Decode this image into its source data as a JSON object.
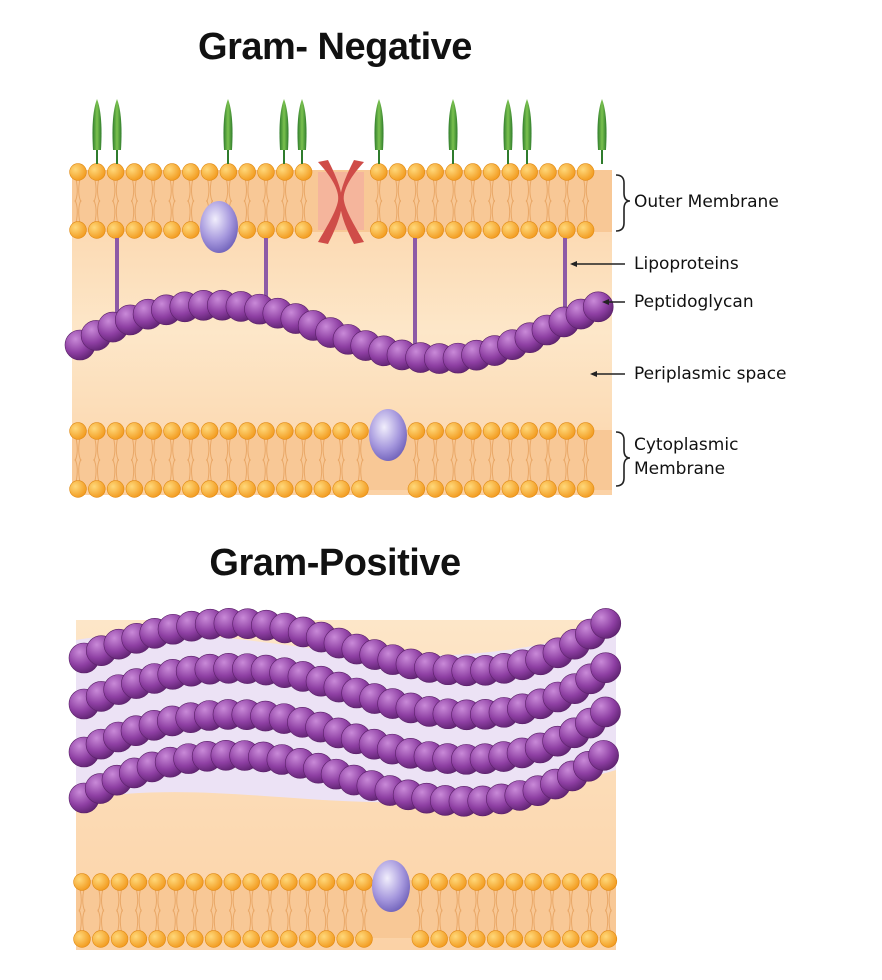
{
  "titles": {
    "gram_negative": "Gram- Negative",
    "gram_positive": "Gram-Positive"
  },
  "labels": {
    "outer_membrane": "Outer Membrane",
    "lipoproteins": "Lipoproteins",
    "peptidoglycan": "Peptidoglycan",
    "periplasmic_space": "Periplasmic space",
    "cytoplasmic_membrane_line1": "Cytoplasmic",
    "cytoplasmic_membrane_line2": "Membrane"
  },
  "colors": {
    "membrane_background": "#fbd7ae",
    "phospholipid_head": "#f7a32a",
    "peptidoglycan": "#8b3fa0",
    "protein": "#9a86d6",
    "porin": "#d9534f",
    "lps": "#3f9a3a",
    "lipoprotein": "#8d5aa6",
    "gram_positive_layer": "#e8def3"
  },
  "icons": {
    "lps": "lipopolysaccharide-icon",
    "porin": "porin-protein-icon",
    "membrane_protein": "membrane-protein-icon"
  }
}
